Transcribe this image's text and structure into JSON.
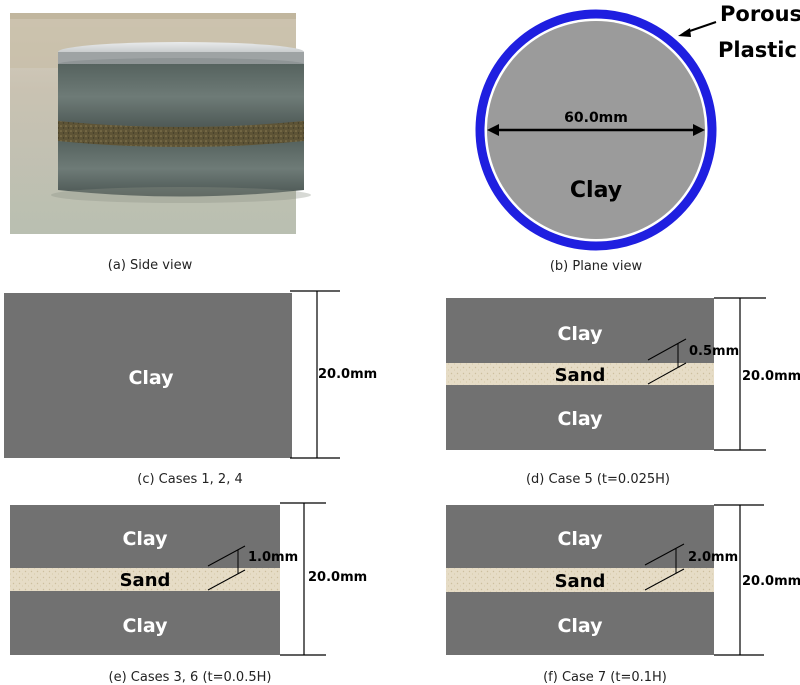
{
  "panels": {
    "a": {
      "caption": "(a) Side view"
    },
    "b": {
      "caption": "(b) Plane view",
      "label_line1": "Porous",
      "label_line2": "Plastic",
      "diameter": "60.0mm",
      "material": "Clay"
    },
    "c": {
      "caption": "(c) Cases 1, 2, 4",
      "material": "Clay",
      "height": "20.0mm"
    },
    "d": {
      "caption": "(d) Case 5 (t=0.025H)",
      "top": "Clay",
      "middle": "Sand",
      "bottom": "Clay",
      "thickness": "0.5mm",
      "height": "20.0mm"
    },
    "e": {
      "caption": "(e) Cases 3, 6 (t=0.0.5H)",
      "top": "Clay",
      "middle": "Sand",
      "bottom": "Clay",
      "thickness": "1.0mm",
      "height": "20.0mm"
    },
    "f": {
      "caption": "(f) Case 7 (t=0.1H)",
      "top": "Clay",
      "middle": "Sand",
      "bottom": "Clay",
      "thickness": "2.0mm",
      "height": "20.0mm"
    }
  },
  "colors": {
    "clay": "#717171",
    "sand": "#e6dcc6",
    "plane_clay": "#9b9b9b",
    "porous_ring": "#1f1fe0"
  }
}
